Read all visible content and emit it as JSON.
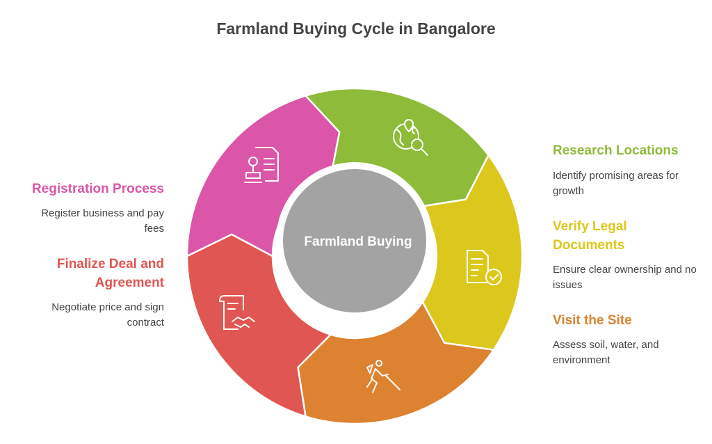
{
  "title": "Farmland Buying Cycle in Bangalore",
  "center_label": "Farmland Buying",
  "colors": {
    "center": "#A3A3A3",
    "text": "#444444"
  },
  "steps": [
    {
      "title": "Research Locations",
      "desc": "Identify promising areas for growth",
      "color": "#8FBB3A",
      "icon": "globe-search-icon"
    },
    {
      "title": "Verify Legal Documents",
      "desc": "Ensure clear ownership and no issues",
      "color": "#DCC81C",
      "icon": "document-check-icon"
    },
    {
      "title": "Visit the Site",
      "desc": "Assess soil, water, and environment",
      "color": "#DD8230",
      "icon": "hiker-icon"
    },
    {
      "title": "Finalize Deal and Agreement",
      "desc": "Negotiate price and sign contract",
      "color": "#E05652",
      "icon": "contract-handshake-icon"
    },
    {
      "title": "Registration Process",
      "desc": "Register business and pay fees",
      "color": "#DB56A8",
      "icon": "stamp-document-icon"
    }
  ]
}
